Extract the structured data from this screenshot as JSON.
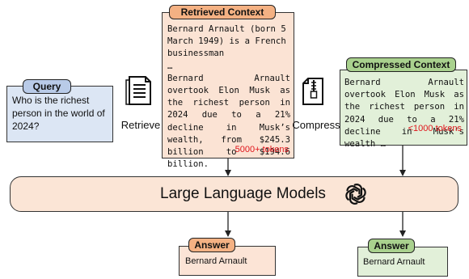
{
  "query": {
    "title": "Query",
    "text": "Who is the richest person in the world of 2024?"
  },
  "retrieve_label": "Retrieve",
  "compress_label": "Compress",
  "retrieved": {
    "title": "Retrieved Context",
    "line1": "Bernard Arnault (born 5 March 1949) is a French businessman",
    "ellipsis": "…",
    "line2": "Bernard Arnault overtook Elon Musk as the richest person in 2024 due to a 21% decline in Muskʼs wealth, from $245.3 billion to $194.6 billion.",
    "ellipsis2": "…",
    "tokens": "5000+ tokens"
  },
  "compressed": {
    "title": "Compressed Context",
    "text": "Bernard Arnault overtook Elon Musk as the richest person in 2024 due to a 21% decline in Muskʼs wealth …",
    "tokens": "<1000 tokens"
  },
  "llm": {
    "label": "Large Language Models"
  },
  "answer_left": {
    "title": "Answer",
    "text": "Bernard Arnault"
  },
  "answer_right": {
    "title": "Answer",
    "text": "Bernard Arnault"
  },
  "colors": {
    "query_bg": "#dce6f4",
    "query_tag": "#b9cbe8",
    "retrieved_bg": "#fbe3d4",
    "retrieved_tag": "#f4b183",
    "compressed_bg": "#e2f0d9",
    "compressed_tag": "#a9d18e",
    "llm_bg": "#fbe5d6",
    "answer_left_bg": "#fce4d6",
    "answer_left_tag": "#f4b183",
    "answer_right_bg": "#e2f0d9",
    "answer_right_tag": "#a9d18e",
    "token_red": "#e0151b"
  },
  "icons": {
    "document": "document-icon",
    "compress": "compress-document-icon",
    "llm": "openai-logo-icon"
  }
}
